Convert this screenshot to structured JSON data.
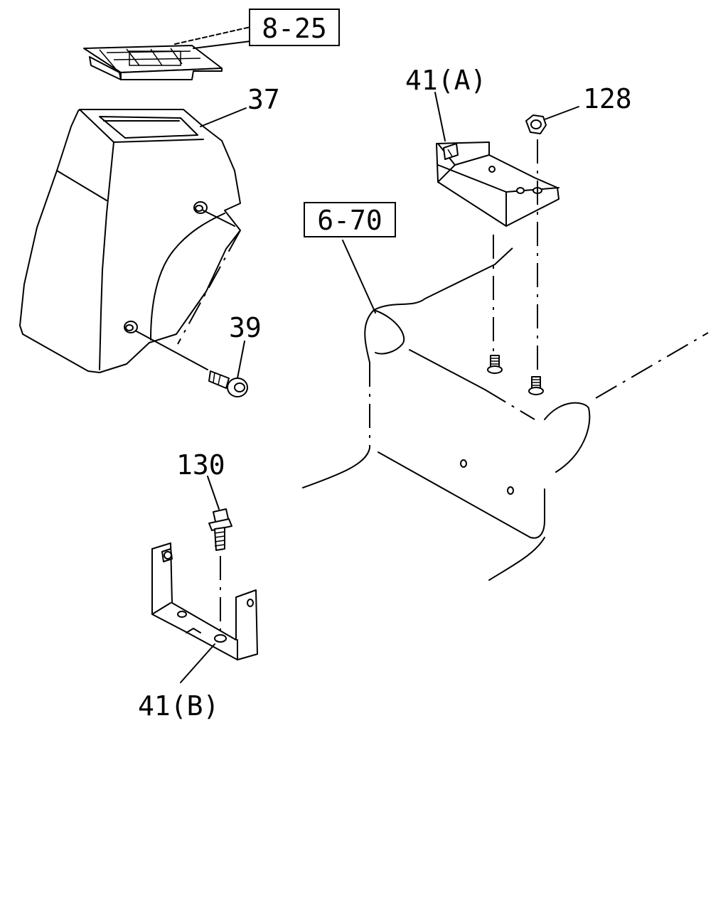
{
  "diagram": {
    "callouts": {
      "ref_8_25": "8-25",
      "ref_6_70": "6-70",
      "part_37": "37",
      "part_41a": "41(A)",
      "part_128": "128",
      "part_39": "39",
      "part_130": "130",
      "part_41b": "41(B)"
    }
  }
}
